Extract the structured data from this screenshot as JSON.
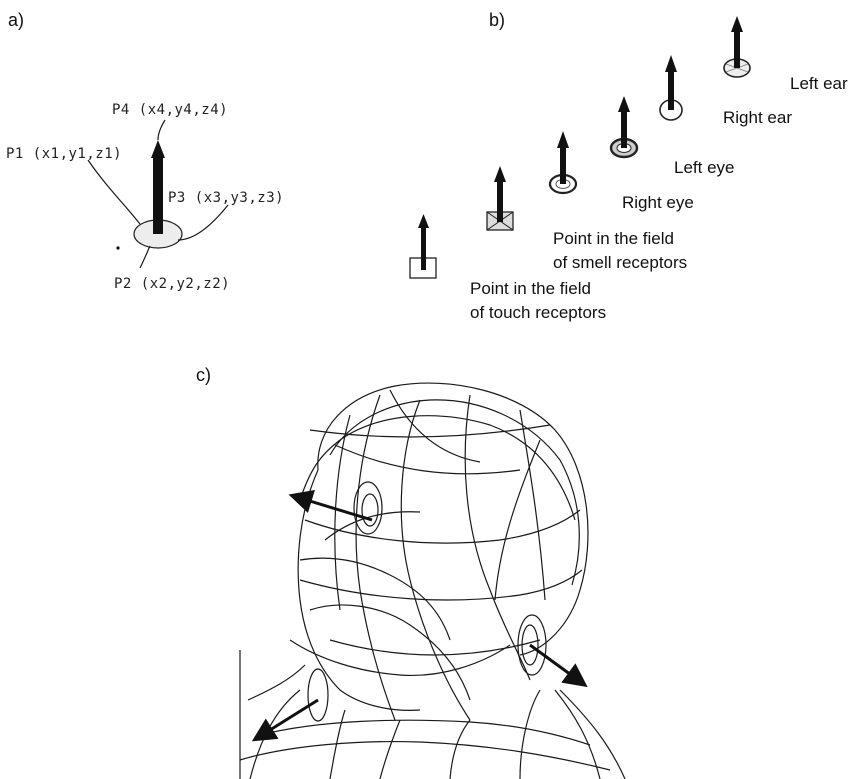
{
  "panels": {
    "a": "a)",
    "b": "b)",
    "c": "c)"
  },
  "panel_a": {
    "p1": "P1 (x1,y1,z1)",
    "p2": "P2 (x2,y2,z2)",
    "p3": "P3 (x3,y3,z3)",
    "p4": "P4 (x4,y4,z4)"
  },
  "panel_b": {
    "touch_line1": "Point in the field",
    "touch_line2": "of touch receptors",
    "smell_line1": "Point in the field",
    "smell_line2": "of smell receptors",
    "right_eye": "Right eye",
    "left_eye": "Left eye",
    "right_ear": "Right ear",
    "left_ear": "Left ear"
  }
}
